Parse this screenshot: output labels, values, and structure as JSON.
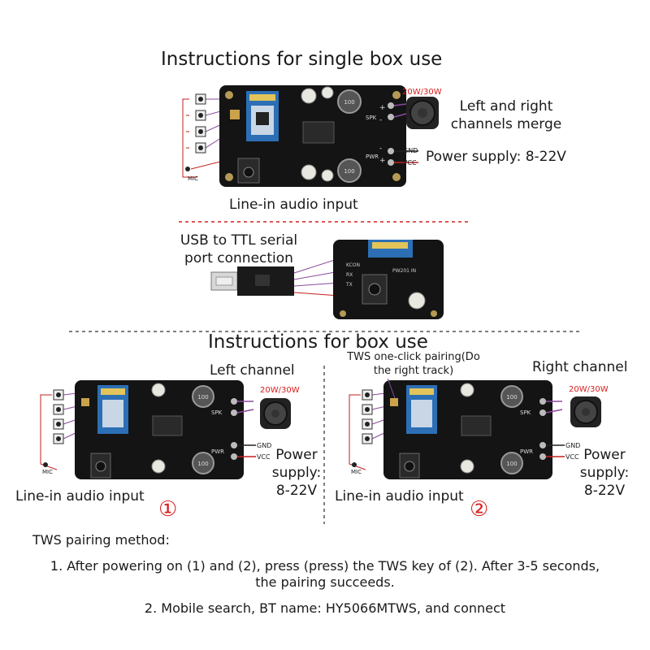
{
  "single_box": {
    "title": "Instructions for single box use",
    "merge_label_line1": "Left and right",
    "merge_label_line2": "channels merge",
    "power_label": "Power supply: 8-22V",
    "line_in_label": "Line-in audio input",
    "speaker_rating": "20W/30W",
    "gnd": "GND",
    "vcc": "VCC",
    "mic": "MIC",
    "spk": "SPK",
    "pwr": "PWR"
  },
  "serial": {
    "label_line1": "USB to TTL serial",
    "label_line2": "port connection"
  },
  "box_use": {
    "title": "Instructions for box use",
    "left": {
      "channel_label": "Left channel",
      "power_line1": "Power",
      "power_line2": "supply:",
      "power_line3": "8-22V",
      "line_in_label": "Line-in audio input",
      "marker": "①",
      "speaker_rating": "20W/30W"
    },
    "right": {
      "channel_label": "Right channel",
      "tws_line1": "TWS one-click pairing(Do",
      "tws_line2": "the right track)",
      "power_line1": "Power",
      "power_line2": "supply:",
      "power_line3": "8-22V",
      "line_in_label": "Line-in audio input",
      "marker": "②",
      "speaker_rating": "20W/30W"
    }
  },
  "tws_pairing": {
    "heading": "TWS pairing method:",
    "step1_line1": "1. After powering on (1) and (2), press (press) the TWS key of (2). After 3-5 seconds,",
    "step1_line2": "the pairing succeeds.",
    "step2": "2. Mobile search, BT name: HY5066MTWS, and connect"
  },
  "colors": {
    "board": "#141414",
    "wire_red": "#c41e1e",
    "wire_purple": "#8a4a9c",
    "accent_red": "#d81e1e",
    "module_blue": "#2c6fb5"
  }
}
